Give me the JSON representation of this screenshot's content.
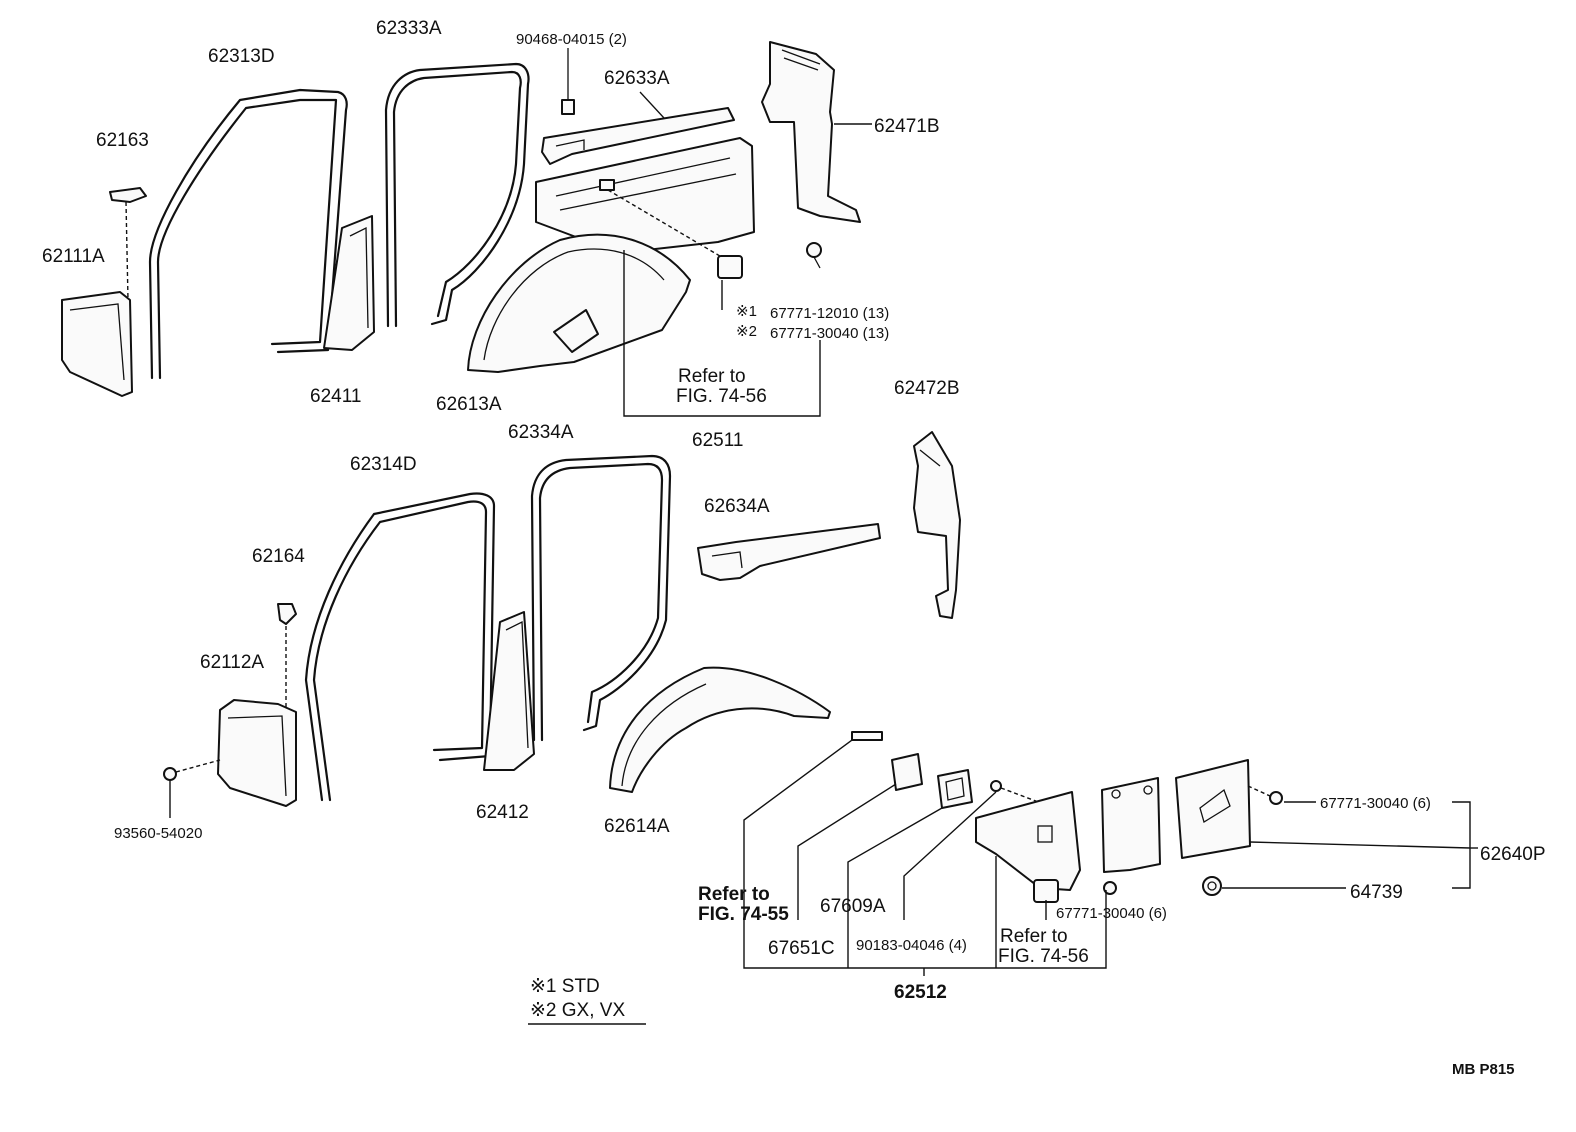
{
  "labels": {
    "p62313D": "62313D",
    "p62333A": "62333A",
    "p90468": "90468-04015 (2)",
    "p62633A": "62633A",
    "p62471B": "62471B",
    "p62163": "62163",
    "p62111A": "62111A",
    "p62411": "62411",
    "p62613A": "62613A",
    "note1_mark": "※1",
    "p67771_12010": "67771-12010 (13)",
    "note2_mark": "※2",
    "p67771_30040_13": "67771-30040 (13)",
    "refer_to": "Refer to",
    "fig_74_56": "FIG. 74-56",
    "p62511": "62511",
    "p62472B": "62472B",
    "p62314D": "62314D",
    "p62334A": "62334A",
    "p62634A": "62634A",
    "p62164": "62164",
    "p62112A": "62112A",
    "p93560": "93560-54020",
    "p62412": "62412",
    "p62614A": "62614A",
    "p67771_30040_6a": "67771-30040 (6)",
    "p62640P": "62640P",
    "p64739": "64739",
    "refer_to_b": "Refer to",
    "fig_74_55": "FIG. 74-55",
    "p67609A": "67609A",
    "p67651C": "67651C",
    "p90183": "90183-04046 (4)",
    "p67771_30040_6b": "67771-30040 (6)",
    "refer_to_c": "Refer to",
    "fig_74_56_b": "FIG. 74-56",
    "p62512": "62512",
    "legend_1": "※1 STD",
    "legend_2": "※2 GX, VX",
    "page_code": "MB  P815"
  }
}
